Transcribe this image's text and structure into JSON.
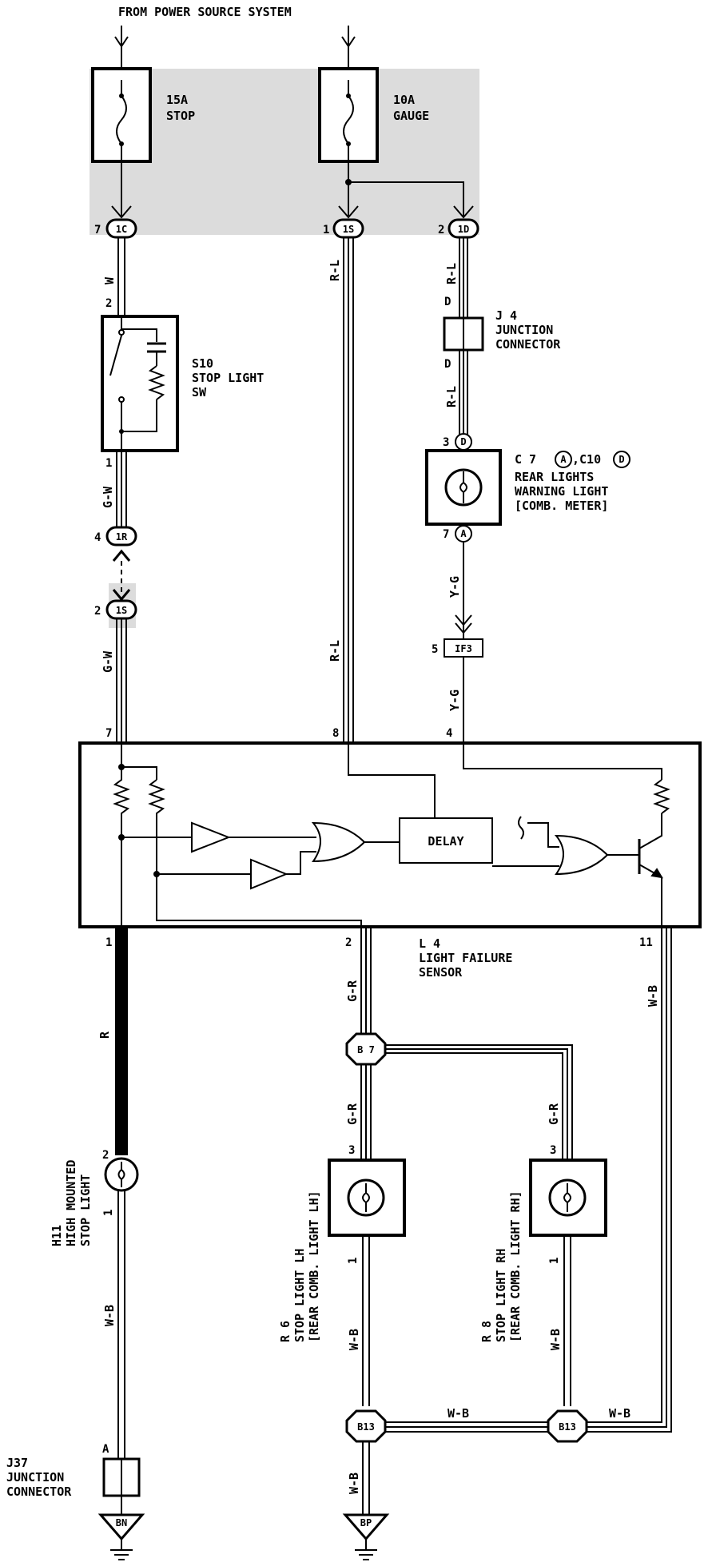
{
  "header": {
    "title": "FROM POWER SOURCE SYSTEM"
  },
  "fuses": [
    {
      "rating": "15A",
      "name": "STOP"
    },
    {
      "rating": "10A",
      "name": "GAUGE"
    }
  ],
  "connectors": {
    "c1": {
      "code": "1C",
      "pin": "7"
    },
    "c2": {
      "code": "1S",
      "pin": "1"
    },
    "c3": {
      "code": "1D",
      "pin": "2"
    },
    "c4": {
      "code": "1R",
      "pin": "4"
    },
    "c5": {
      "code": "1S",
      "pin": "2"
    },
    "c6": {
      "code": "IF3",
      "pin": "5"
    },
    "c7": {
      "code": "B 7"
    },
    "c8": {
      "code": "B13"
    },
    "c9": {
      "code": "B13"
    },
    "meter_in": {
      "code": "D",
      "pin": "3"
    },
    "meter_out": {
      "code": "A",
      "pin": "7"
    }
  },
  "wires": {
    "w_main": "W",
    "gw1": "G-W",
    "gw2": "G-W",
    "rl1": "R-L",
    "rl2": "R-L",
    "rl3": "R-L",
    "rl4": "R-L",
    "yg1": "Y-G",
    "yg2": "Y-G",
    "r": "R",
    "gr1": "G-R",
    "gr2": "G-R",
    "gr3": "G-R",
    "wb1": "W-B",
    "wb2": "W-B",
    "wb3": "W-B",
    "wb4": "W-B",
    "wb5": "W-B",
    "wb6": "W-B",
    "wb7": "W-B",
    "d1": "D",
    "d2": "D"
  },
  "components": {
    "s10": {
      "id": "S10",
      "line1": "STOP LIGHT",
      "line2": "SW",
      "pin_top": "2",
      "pin_bottom": "1"
    },
    "j4": {
      "id": "J 4",
      "line1": "JUNCTION",
      "line2": "CONNECTOR"
    },
    "meter": {
      "id": "C 7",
      "code1": "A",
      "sep": ",C10",
      "code2": "D",
      "line1": "REAR LIGHTS",
      "line2": "WARNING LIGHT",
      "line3": "[COMB. METER]"
    },
    "l4": {
      "id": "L 4",
      "line1": "LIGHT FAILURE",
      "line2": "SENSOR",
      "delay": "DELAY",
      "pins": {
        "p7": "7",
        "p8": "8",
        "p4": "4",
        "p1": "1",
        "p2": "2",
        "p11": "11"
      }
    },
    "h11": {
      "id": "H11",
      "line1": "HIGH MOUNTED",
      "line2": "STOP LIGHT",
      "pin_top": "2",
      "pin_bottom": "1"
    },
    "r6": {
      "id": "R 6",
      "line1": "STOP LIGHT LH",
      "line2": "[REAR COMB. LIGHT LH]",
      "pin_top": "3",
      "pin_bottom": "1"
    },
    "r8": {
      "id": "R 8",
      "line1": "STOP LIGHT RH",
      "line2": "[REAR COMB. LIGHT RH]",
      "pin_top": "3",
      "pin_bottom": "1"
    },
    "j37": {
      "id": "J37",
      "line1": "JUNCTION",
      "line2": "CONNECTOR",
      "pin": "A"
    }
  },
  "grounds": {
    "bn": "BN",
    "bp": "BP"
  }
}
